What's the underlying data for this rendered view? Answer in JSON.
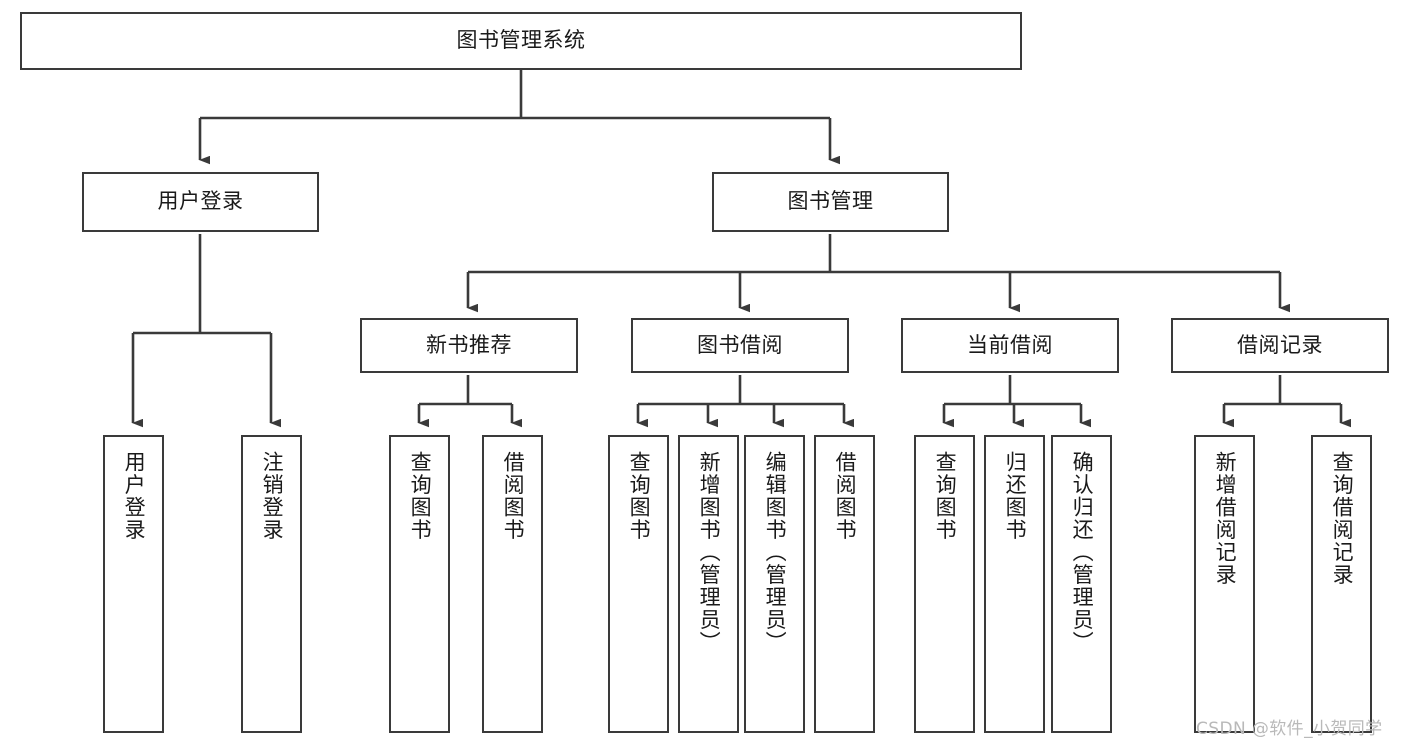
{
  "diagram": {
    "title": "图书管理系统",
    "root": {
      "label": "图书管理系统"
    },
    "level1": [
      {
        "label": "用户登录"
      },
      {
        "label": "图书管理"
      }
    ],
    "level2": [
      {
        "label": "新书推荐"
      },
      {
        "label": "图书借阅"
      },
      {
        "label": "当前借阅"
      },
      {
        "label": "借阅记录"
      }
    ],
    "leaves": {
      "user_login": [
        {
          "label": "用户登录"
        },
        {
          "label": "注销登录"
        }
      ],
      "new_book_recommend": [
        {
          "label": "查询图书"
        },
        {
          "label": "借阅图书"
        }
      ],
      "book_borrow": [
        {
          "label": "查询图书"
        },
        {
          "label": "新增图书（管理员）"
        },
        {
          "label": "编辑图书（管理员）"
        },
        {
          "label": "借阅图书"
        }
      ],
      "current_borrow": [
        {
          "label": "查询图书"
        },
        {
          "label": "归还图书"
        },
        {
          "label": "确认归还（管理员）"
        }
      ],
      "borrow_record": [
        {
          "label": "新增借阅记录"
        },
        {
          "label": "查询借阅记录"
        }
      ]
    }
  },
  "watermark": {
    "text": "CSDN @软件_小贺同学"
  },
  "colors": {
    "stroke": "#3a3a3a",
    "background": "#ffffff",
    "text": "#1a1a1a",
    "watermark": "#b9b9b9"
  }
}
